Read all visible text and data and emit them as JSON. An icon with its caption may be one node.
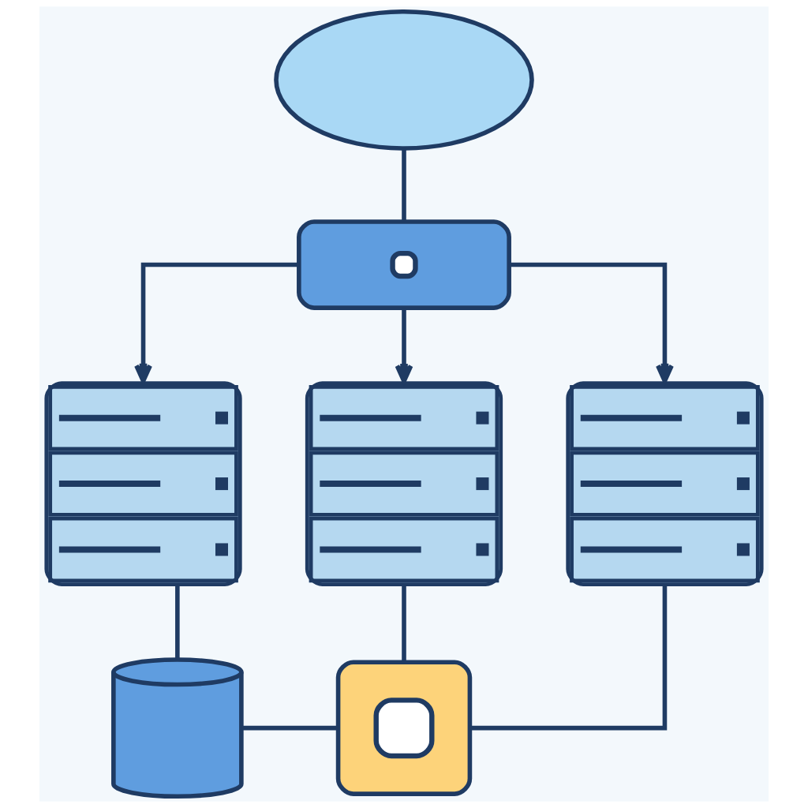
{
  "diagram": {
    "nodes": [
      {
        "text": [],
        "shape": "cloud"
      },
      {
        "text": [],
        "shape": "box"
      },
      {
        "text": [],
        "shape": "server"
      },
      {
        "text": [],
        "shape": "server"
      },
      {
        "text": [],
        "shape": "server"
      },
      {
        "text": [],
        "shape": "cylinder"
      },
      {
        "text": [],
        "shape": "box"
      }
    ],
    "edges": [
      {
        "from": 0,
        "to": 1,
        "arrow": "none"
      },
      {
        "from": 1,
        "to": 2,
        "arrow": "to"
      },
      {
        "from": 1,
        "to": 3,
        "arrow": "to"
      },
      {
        "from": 1,
        "to": 4,
        "arrow": "to"
      },
      {
        "from": 2,
        "to": 5,
        "arrow": "none"
      },
      {
        "from": 3,
        "to": 6,
        "arrow": "none"
      },
      {
        "from": 4,
        "to": 6,
        "arrow": "none"
      },
      {
        "from": 5,
        "to": 6,
        "arrow": "none"
      }
    ]
  }
}
